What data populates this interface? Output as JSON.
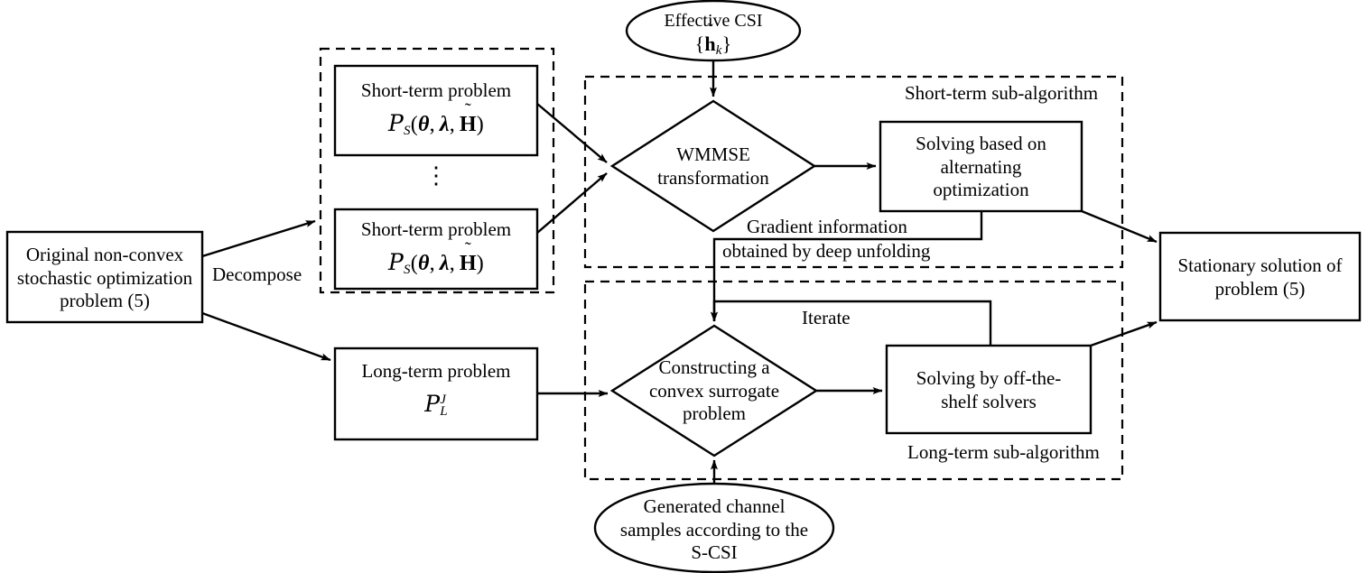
{
  "diagram": {
    "title": "Two-timescale algorithm flowchart",
    "stroke_color": "#000000",
    "background": "#ffffff",
    "nodes": {
      "original_problem": {
        "label": "Original non-convex\nstochastic optimization\nproblem (5)",
        "shape": "rectangle"
      },
      "short_term_problem_1": {
        "label": "Short-term problem",
        "formula_cal": "P",
        "formula_sub": "S",
        "formula_args": "(θ, λ, H̃)",
        "shape": "rectangle"
      },
      "short_term_problem_2": {
        "label": "Short-term problem",
        "formula_cal": "P",
        "formula_sub": "S",
        "formula_args": "(θ, λ, H̃)",
        "shape": "rectangle"
      },
      "vertical_dots": "⋮",
      "long_term_problem": {
        "label": "Long-term problem",
        "formula_cal": "P",
        "formula_sub": "L",
        "formula_sup": "J",
        "shape": "rectangle"
      },
      "effective_csi": {
        "label": "Effective CSI",
        "formula": "{h̃ₖ}",
        "shape": "ellipse"
      },
      "generated_channel_samples": {
        "label": "Generated channel\nsamples according to the\nS-CSI",
        "shape": "ellipse"
      },
      "wmmse_transformation": {
        "label": "WMMSE\ntransformation",
        "shape": "diamond"
      },
      "solving_alternating": {
        "label": "Solving based on\nalternating\noptimization",
        "shape": "rectangle"
      },
      "constructing_surrogate": {
        "label": "Constructing a\nconvex surrogate\nproblem",
        "shape": "diamond"
      },
      "solving_off_the_shelf": {
        "label": "Solving by off-the-\nshelf solvers",
        "shape": "rectangle"
      },
      "stationary_solution": {
        "label": "Stationary solution of\nproblem (5)",
        "shape": "rectangle"
      }
    },
    "groups": {
      "short_term_group": {
        "label": "Short-term sub-algorithm",
        "style": "dashed"
      },
      "long_term_group": {
        "label": "Long-term sub-algorithm",
        "style": "dashed"
      },
      "decompose_group": {
        "label": "",
        "style": "dashed"
      }
    },
    "edge_labels": {
      "decompose": "Decompose",
      "gradient_line1": "Gradient information",
      "gradient_line2": "obtained by deep unfolding",
      "iterate": "Iterate"
    }
  }
}
